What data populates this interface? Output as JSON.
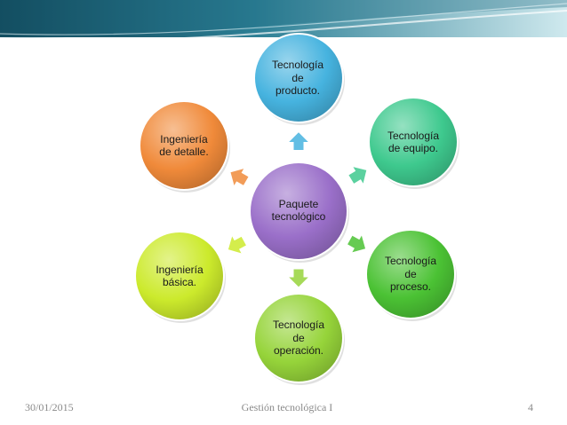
{
  "diagram": {
    "center": {
      "label": "Paquete\ntecnológico",
      "color": "#9a6fc9"
    },
    "nodes": [
      {
        "id": "producto",
        "label": "Tecnología\nde\nproducto.",
        "color": "#46b3df"
      },
      {
        "id": "equipo",
        "label": "Tecnología\nde equipo.",
        "color": "#3ec98e"
      },
      {
        "id": "proceso",
        "label": "Tecnología\nde\nproceso.",
        "color": "#4bc234"
      },
      {
        "id": "operacion",
        "label": "Tecnología\nde\noperación.",
        "color": "#96d43a"
      },
      {
        "id": "basica",
        "label": "Ingeniería\nbásica.",
        "color": "#ccea2c"
      },
      {
        "id": "detalle",
        "label": "Ingeniería\nde detalle.",
        "color": "#f08a3a"
      }
    ]
  },
  "footer": {
    "date": "30/01/2015",
    "title": "Gestión tecnológica I",
    "page": "4"
  }
}
